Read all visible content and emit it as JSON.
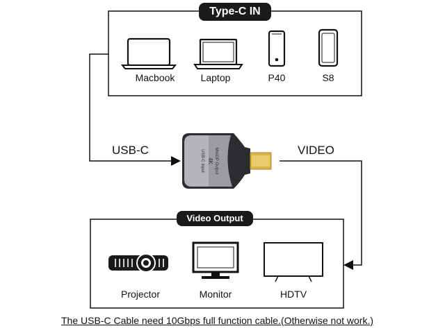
{
  "input_panel": {
    "title": "Type-C IN",
    "devices": [
      {
        "label": "Macbook",
        "icon": "laptop-icon"
      },
      {
        "label": "Laptop",
        "icon": "laptop-icon"
      },
      {
        "label": "P40",
        "icon": "phone-icon"
      },
      {
        "label": "S8",
        "icon": "phone-icon"
      }
    ]
  },
  "adapter": {
    "icon": "usb-c-to-minidp-adapter",
    "printed_text": [
      "MiniDP Output",
      "4K",
      "USB-C Input"
    ]
  },
  "flow": {
    "input_label": "USB-C",
    "output_label": "VIDEO"
  },
  "output_panel": {
    "title": "Video Output",
    "devices": [
      {
        "label": "Projector",
        "icon": "projector-icon"
      },
      {
        "label": "Monitor",
        "icon": "monitor-icon"
      },
      {
        "label": "HDTV",
        "icon": "tv-icon"
      }
    ]
  },
  "footer_note": "The USB-C Cable need 10Gbps full function cable.(Otherwise not work.)",
  "colors": {
    "line": "#111111",
    "title_pill": "#1a1a1a",
    "adapter_body": "#9a9ca0",
    "adapter_dark": "#2b2d30",
    "connector_gold": "#d9b64a"
  }
}
